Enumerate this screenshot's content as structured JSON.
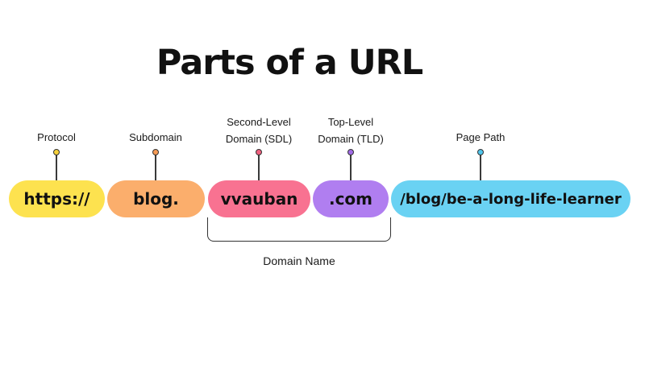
{
  "title": "Parts of a URL",
  "parts": [
    {
      "label": [
        "Protocol"
      ],
      "text": "https://",
      "color": "#fde24f",
      "dot_color": "#f5d03a"
    },
    {
      "label": [
        "Subdomain"
      ],
      "text": "blog.",
      "color": "#fbae6c",
      "dot_color": "#f59a55"
    },
    {
      "label": [
        "Second-Level",
        "Domain (SDL)"
      ],
      "text": "vvauban",
      "color": "#f87291",
      "dot_color": "#f0607f"
    },
    {
      "label": [
        "Top-Level",
        "Domain (TLD)"
      ],
      "text": ".com",
      "color": "#b07ef0",
      "dot_color": "#a06be6"
    },
    {
      "label": [
        "Page Path"
      ],
      "text": "/blog/be-a-long-life-learner",
      "color": "#6ad2f3",
      "dot_color": "#4fc5ec"
    }
  ],
  "domain_name": "Domain Name"
}
